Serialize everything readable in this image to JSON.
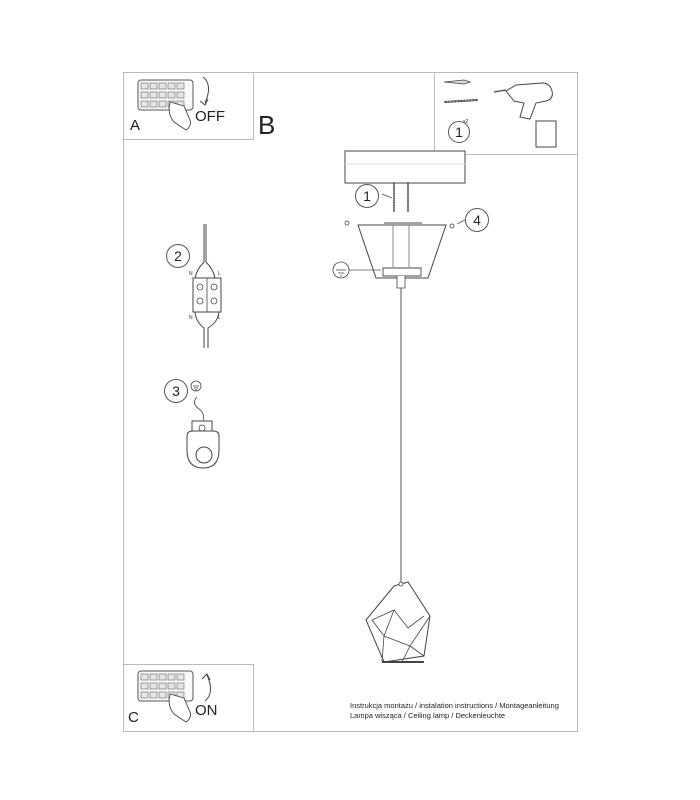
{
  "panels": {
    "a": {
      "letter": "A",
      "state": "OFF"
    },
    "b": {
      "letter": "B"
    },
    "c": {
      "letter": "C",
      "state": "ON"
    }
  },
  "steps": {
    "drill": "1",
    "anchor": "1",
    "wires": "2",
    "ground": "3",
    "canopy_screw": "4"
  },
  "quantity": "x2",
  "wire_terminals": {
    "top_left": "N",
    "top_right": "L",
    "bottom_left": "N",
    "bottom_right": "L"
  },
  "footer": {
    "line1": "Instrukcja montażu / instalation instructions / Montageanleitung",
    "line2": "Lampa wisząca / Ceiling lamp / Deckenleuchte"
  }
}
